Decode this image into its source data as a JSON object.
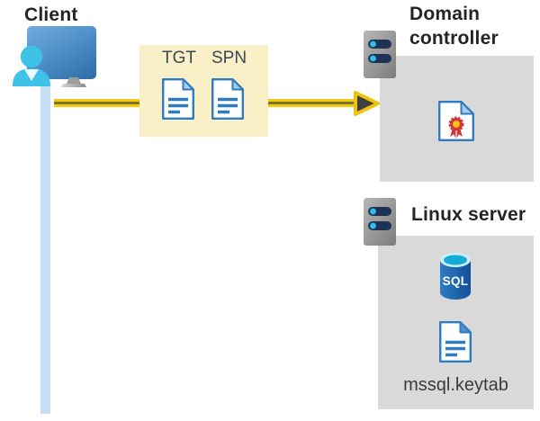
{
  "client": {
    "title": "Client"
  },
  "token_box": {
    "tgt_label": "TGT",
    "spn_label": "SPN"
  },
  "domain_controller": {
    "title": "Domain controller"
  },
  "linux_server": {
    "title": "Linux server",
    "sql_icon_text": "SQL",
    "keytab_filename": "mssql.keytab"
  },
  "colors": {
    "arrow_yellow": "#F3CA0C",
    "arrow_core": "#7E7430",
    "token_box_yellow": "#FAF0C8",
    "panel_gray": "#D9D9D9",
    "doc_blue": "#2E7BC0",
    "person_cyan": "#3FC2E7",
    "timeline_blue": "#C5DFF9",
    "sql_body_blue": "#1862AE",
    "sql_top_teal": "#15ABD2",
    "cert_red": "#D13438",
    "cert_gold": "#FFC20E",
    "server_bar_navy": "#1E3255",
    "title_text": "#242424"
  }
}
